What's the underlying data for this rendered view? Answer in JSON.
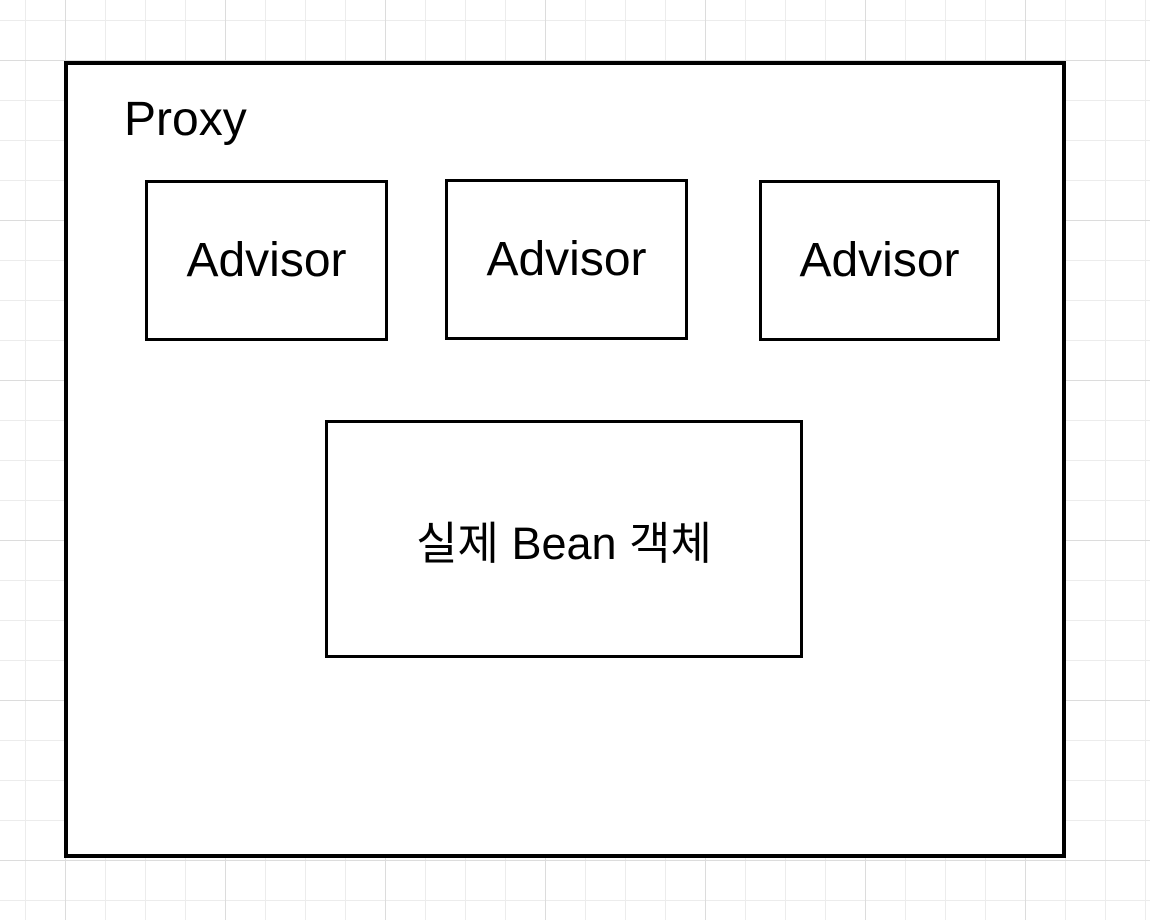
{
  "diagram": {
    "title_note": "Proxy pattern diagram with advisors and real bean object",
    "proxy": {
      "label": "Proxy"
    },
    "advisors": [
      {
        "label": "Advisor"
      },
      {
        "label": "Advisor"
      },
      {
        "label": "Advisor"
      }
    ],
    "bean": {
      "label": "실제 Bean 객체"
    },
    "colors": {
      "stroke": "#000000",
      "shape_fill": "#ffffff",
      "background": "#ffffff",
      "grid_minor": "#ececec",
      "grid_major": "#dcdcdc"
    }
  }
}
